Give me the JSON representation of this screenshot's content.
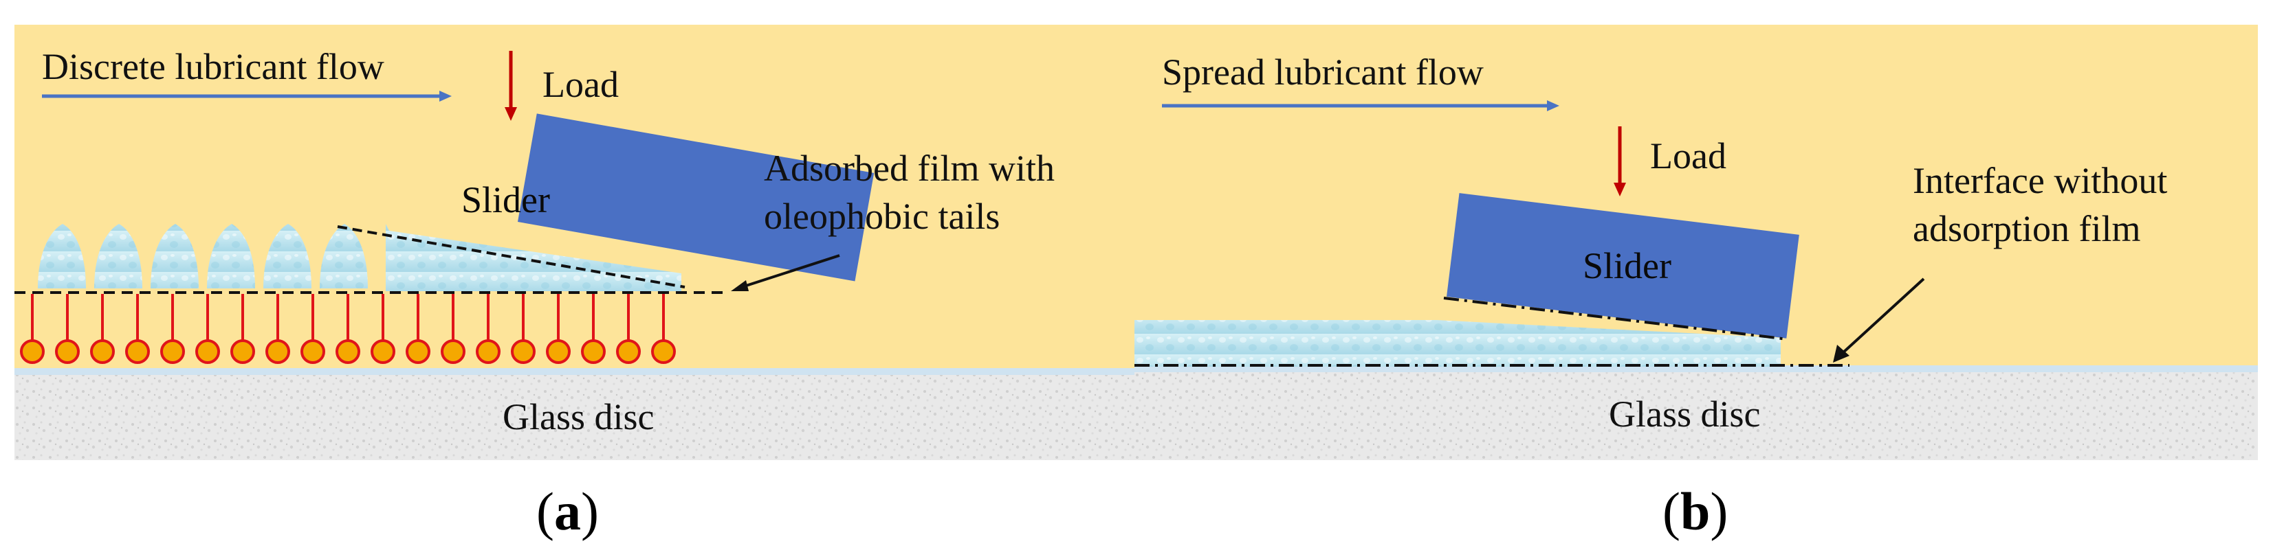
{
  "colors": {
    "background": "#fde49a",
    "slider": "#4a70c4",
    "load_arrow": "#c00000",
    "flow_arrow": "#4a74c4",
    "lubricant": "#bfe6f0",
    "glass": "#e8e8e8",
    "molecule_head": "#f5a800",
    "molecule_tail": "#e0141a"
  },
  "panel_a": {
    "flow_label": "Discrete lubricant flow",
    "load_label": "Load",
    "slider_label": "Slider",
    "annotation_line1": "Adsorbed film with",
    "annotation_line2": "oleophobic tails",
    "substrate_label": "Glass disc",
    "caption": "a"
  },
  "panel_b": {
    "flow_label": "Spread lubricant flow",
    "load_label": "Load",
    "slider_label": "Slider",
    "annotation_line1": "Interface without",
    "annotation_line2": "adsorption film",
    "substrate_label": "Glass disc",
    "caption": "b"
  }
}
